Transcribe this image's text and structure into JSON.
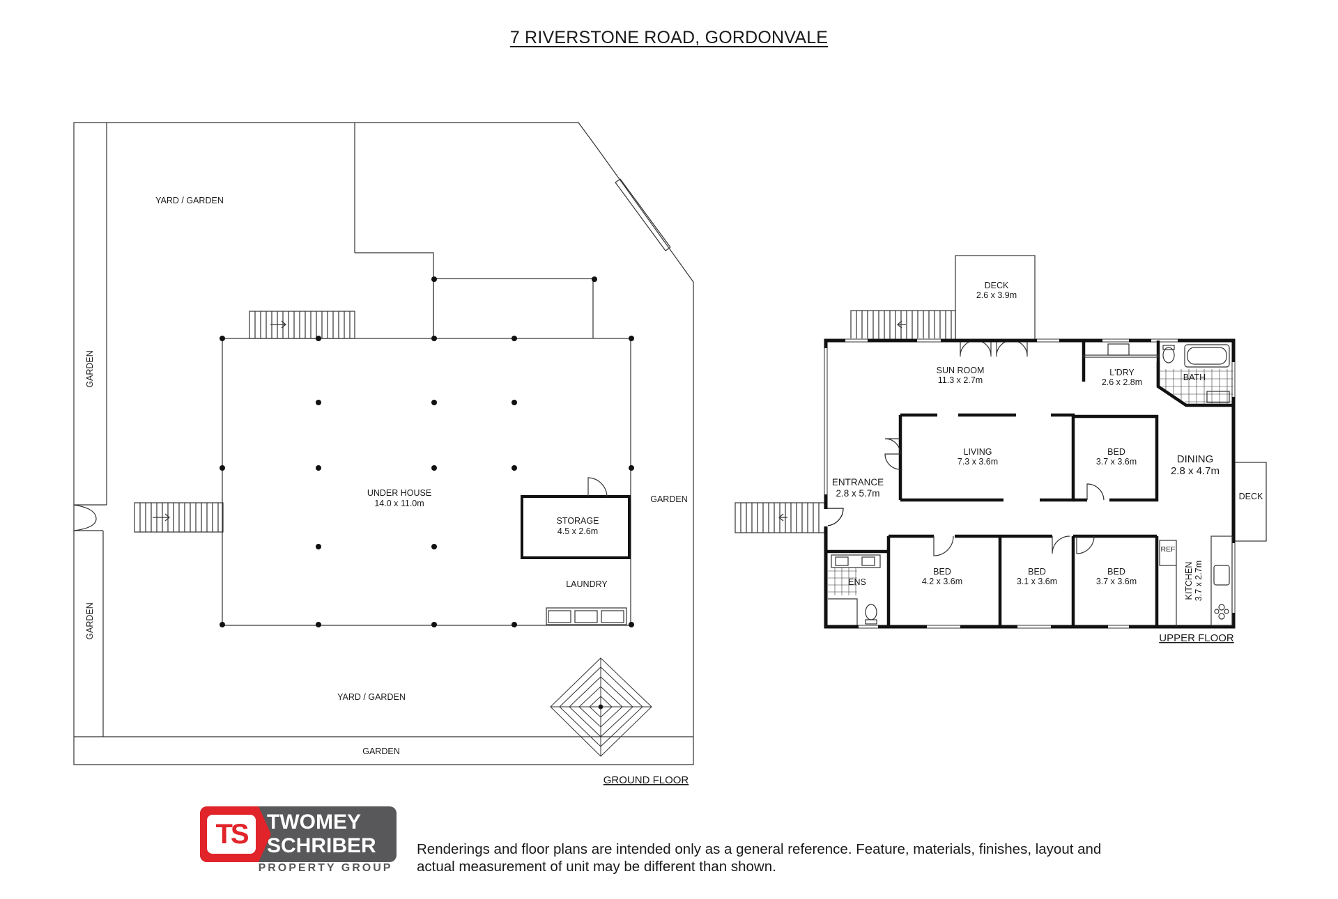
{
  "title": "7 RIVERSTONE ROAD, GORDONVALE",
  "ground_floor": {
    "floor_label": "GROUND FLOOR",
    "yard_top": "YARD / GARDEN",
    "yard_bottom": "YARD / GARDEN",
    "garden_left_top": "GARDEN",
    "garden_left_bottom": "GARDEN",
    "garden_right": "GARDEN",
    "garden_bottom": "GARDEN",
    "under_house": {
      "name": "UNDER HOUSE",
      "size": "14.0 x 11.0m"
    },
    "storage": {
      "name": "STORAGE",
      "size": "4.5 x 2.6m"
    },
    "laundry": "LAUNDRY"
  },
  "upper_floor": {
    "floor_label": "UPPER FLOOR",
    "deck_top": {
      "name": "DECK",
      "size": "2.6 x 3.9m"
    },
    "sun_room": {
      "name": "SUN ROOM",
      "size": "11.3 x 2.7m"
    },
    "laundry": {
      "name": "L'DRY",
      "size": "2.6 x 2.8m"
    },
    "bath": "BATH",
    "living": {
      "name": "LIVING",
      "size": "7.3 x 3.6m"
    },
    "bed_1": {
      "name": "BED",
      "size": "3.7 x 3.6m"
    },
    "dining": {
      "name": "DINING",
      "size": "2.8 x 4.7m"
    },
    "entrance": {
      "name": "ENTRANCE",
      "size": "2.8 x 5.7m"
    },
    "deck_side": "DECK",
    "ensuite": "ENS",
    "bed_2": {
      "name": "BED",
      "size": "4.2 x 3.6m"
    },
    "bed_3": {
      "name": "BED",
      "size": "3.1 x 3.6m"
    },
    "bed_4": {
      "name": "BED",
      "size": "3.7 x 3.6m"
    },
    "fridge": "REF",
    "kitchen": {
      "name": "KITCHEN",
      "size": "3.7 x 2.7m"
    }
  },
  "logo": {
    "mark": "TS",
    "line1": "TWOMEY",
    "line2": "SCHRIBER",
    "sub": "PROPERTY GROUP"
  },
  "disclaimer": {
    "line1": "Renderings and floor plans are intended only as a general reference. Feature, materials, finishes, layout and",
    "line2": "actual measurement of unit may be different than shown."
  }
}
